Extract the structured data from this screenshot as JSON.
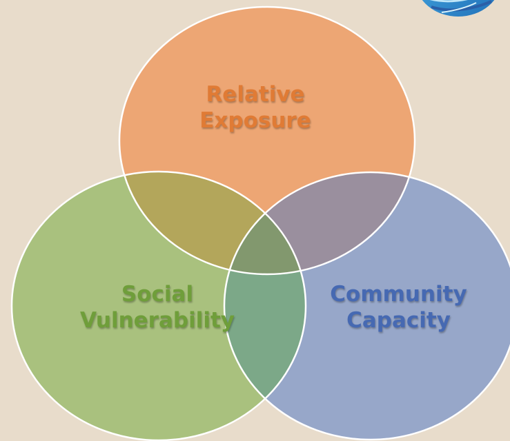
{
  "diagram": {
    "type": "venn",
    "circles": [
      {
        "key": "exposure",
        "label_line1": "Relative",
        "label_line2": "Exposure",
        "fill": "#eda674",
        "text_color": "#e07b35"
      },
      {
        "key": "social",
        "label_line1": "Social",
        "label_line2": "Vulnerability",
        "fill": "#a9c17e",
        "text_color": "#6f9e3a"
      },
      {
        "key": "capacity",
        "label_line1": "Community",
        "label_line2": "Capacity",
        "fill": "#97a7c9",
        "text_color": "#4669b2"
      }
    ],
    "overlap_colors": {
      "exposure_social": "#b3a65b",
      "exposure_capacity": "#9a8f9e",
      "social_capacity": "#7ca888",
      "center": "#82986e"
    },
    "outline_color": "#ffffff",
    "background": "#e8dccb"
  },
  "logo": {
    "icon": "globe-logo-icon",
    "colors": [
      "#1f7ac4",
      "#4bb0e6"
    ]
  }
}
